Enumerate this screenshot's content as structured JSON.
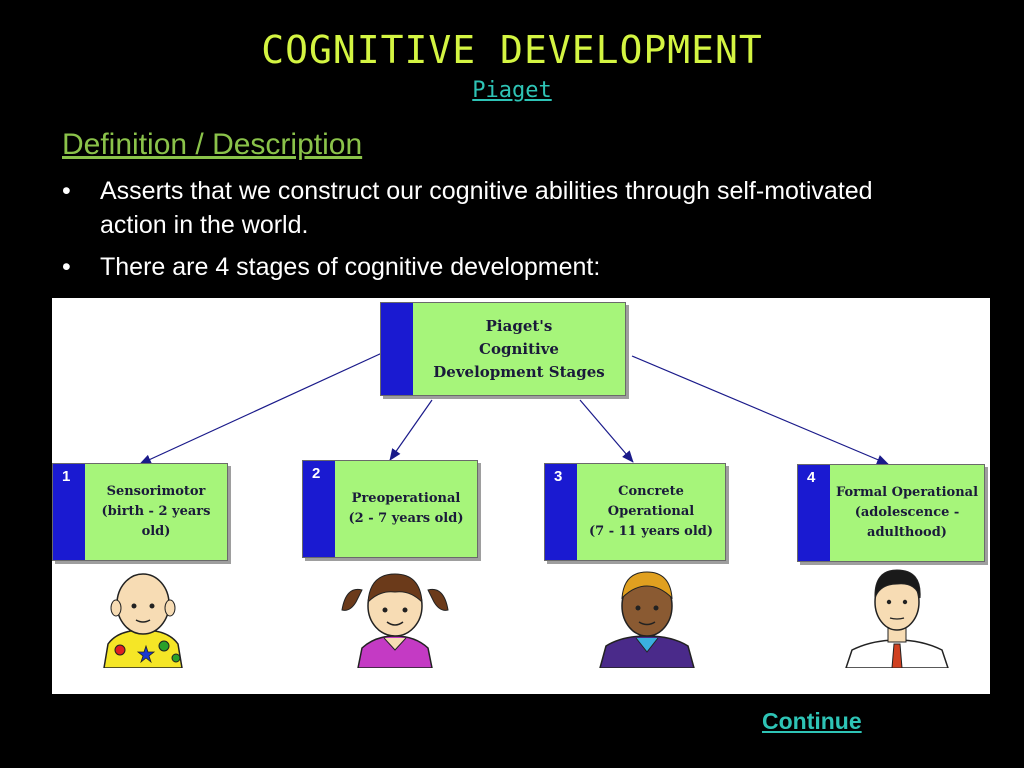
{
  "title": "COGNITIVE DEVELOPMENT",
  "subtitle": "Piaget",
  "heading": "Definition / Description",
  "bullet_char": "•",
  "bullets": [
    "Asserts that we construct our cognitive abilities through self-motivated action in the world.",
    "There are 4 stages of cognitive development:"
  ],
  "diagram": {
    "root": "Piaget's\nCognitive\nDevelopment Stages",
    "stages": [
      {
        "num": "1",
        "label": "Sensorimotor\n(birth - 2 years\nold)"
      },
      {
        "num": "2",
        "label": "Preoperational\n(2 - 7 years old)"
      },
      {
        "num": "3",
        "label": "Concrete\nOperational\n(7 - 11 years old)"
      },
      {
        "num": "4",
        "label": "Formal Operational\n(adolescence -\nadulthood)"
      }
    ]
  },
  "continue_link": "Continue",
  "colors": {
    "title": "#d4f542",
    "link": "#2ec4b6",
    "heading": "#8bc34a",
    "box_fill": "#a6f57a",
    "box_bar": "#1a1ad1",
    "arrow": "#1a1a8a"
  },
  "icons": [
    "baby-icon",
    "girl-icon",
    "boy-icon",
    "man-icon"
  ]
}
